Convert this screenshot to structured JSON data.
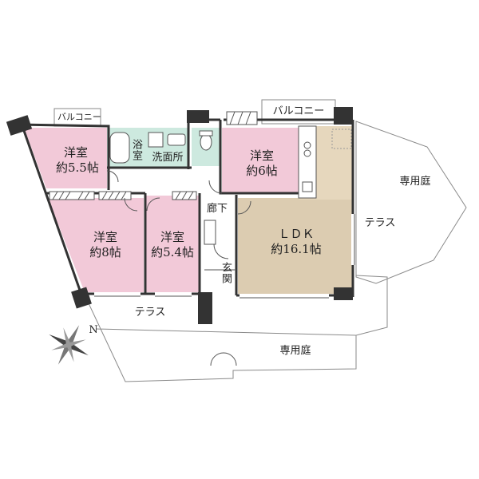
{
  "colors": {
    "wall": "#333333",
    "bedroom_fill": "#f2c9d8",
    "ldk_fill": "#dcccb1",
    "kitchen_fill": "#e6d7bd",
    "wet_fill": "#cde9df",
    "outline": "#8a8a8a"
  },
  "rooms": {
    "bedroom_nw": {
      "name": "洋室",
      "size": "約5.5帖"
    },
    "bedroom_w": {
      "name": "洋室",
      "size": "約8帖"
    },
    "bedroom_c": {
      "name": "洋室",
      "size": "約5.4帖"
    },
    "bedroom_n": {
      "name": "洋室",
      "size": "約6帖"
    },
    "ldk": {
      "name": "ＬＤＫ",
      "size": "約16.1帖"
    },
    "bath": {
      "name": "浴室"
    },
    "washroom": {
      "name": "洗面所"
    },
    "hallway": {
      "name": "廊下"
    },
    "entrance": {
      "name": "玄関"
    }
  },
  "outdoor": {
    "balcony_small": "バルコニー",
    "balcony_large": "バルコニー",
    "terrace_east": "テラス",
    "terrace_south": "テラス",
    "garden_east": "専用庭",
    "garden_south": "専用庭"
  },
  "compass": {
    "north_label": "N",
    "icon": "compass-rose-icon"
  }
}
